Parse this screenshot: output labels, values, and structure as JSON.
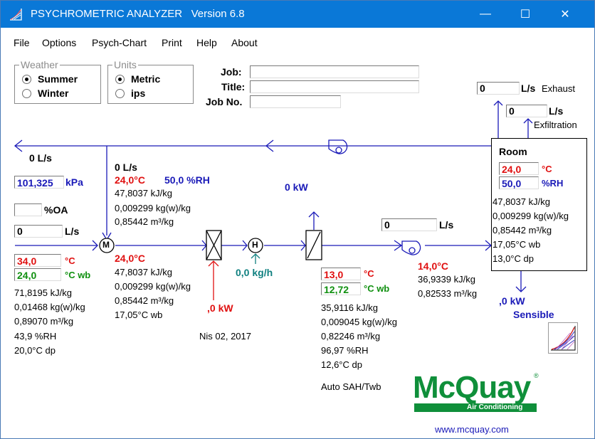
{
  "window": {
    "title": "PSYCHROMETRIC ANALYZER   Version 6.8",
    "minimize_glyph": "—",
    "maximize_glyph": "☐",
    "close_glyph": "✕"
  },
  "menu": [
    "File",
    "Options",
    "Psych-Chart",
    "Print",
    "Help",
    "About"
  ],
  "weather": {
    "label": "Weather",
    "options": [
      "Summer",
      "Winter"
    ],
    "selected": "Summer"
  },
  "units": {
    "label": "Units",
    "options": [
      "Metric",
      "ips"
    ],
    "selected": "Metric"
  },
  "job_info": {
    "job_label": "Job:",
    "title_label": "Title:",
    "jobno_label": "Job No.",
    "job": "",
    "title": "",
    "jobno": ""
  },
  "exhaust": {
    "value": "0",
    "unit": "L/s",
    "label": "Exhaust"
  },
  "exfiltration": {
    "value": "0",
    "unit": "L/s",
    "label": "Exfiltration"
  },
  "return_air": {
    "flow": "0 L/s"
  },
  "pressure": {
    "value": "101,325",
    "unit": "kPa"
  },
  "outdoor_air_pct": {
    "value": "",
    "unit": "%OA"
  },
  "outdoor_flow": {
    "value": "0",
    "unit": "L/s"
  },
  "outdoor": {
    "db": "34,0",
    "db_unit": "°C",
    "wb": "24,0",
    "wb_unit": "°C wb",
    "enthalpy": "71,8195 kJ/kg",
    "humidity": "0,01468 kg(w)/kg",
    "volume": "0,89070 m³/kg",
    "rh": "43,9 %RH",
    "dp": "20,0°C dp"
  },
  "mix_top": {
    "flow": "0 L/s",
    "temp": "24,0°C",
    "rh": "50,0 %RH",
    "enthalpy": "47,8037 kJ/kg",
    "humidity": "0,009299 kg(w)/kg",
    "volume": "0,85442 m³/kg"
  },
  "mixed": {
    "temp": "24,0°C",
    "enthalpy": "47,8037 kJ/kg",
    "humidity": "0,009299 kg(w)/kg",
    "volume": "0,85442 m³/kg",
    "wb": "17,05°C wb"
  },
  "preheat": {
    "value": ",0 kW"
  },
  "humidifier": {
    "value": "0,0 kg/h"
  },
  "cooling_coil": {
    "load": "0 kW"
  },
  "coil_leaving": {
    "db": "13,0",
    "db_unit": "°C",
    "wb": "12,72",
    "wb_unit": "°C wb",
    "enthalpy": "35,9116 kJ/kg",
    "humidity": "0,009045 kg(w)/kg",
    "volume": "0,82246 m³/kg",
    "rh": "96,97 %RH",
    "dp": "12,6°C dp"
  },
  "auto_mode": "Auto SAH/Twb",
  "date": "Nis 02, 2017",
  "supply_flow": {
    "value": "0",
    "unit": "L/s"
  },
  "supply": {
    "temp": "14,0°C",
    "enthalpy": "36,9339 kJ/kg",
    "volume": "0,82533 m³/kg"
  },
  "room": {
    "title": "Room",
    "db": "24,0",
    "db_unit": "°C",
    "rh": "50,0",
    "rh_unit": "%RH",
    "enthalpy": "47,8037 kJ/kg",
    "humidity": "0,009299 kg(w)/kg",
    "volume": "0,85442 m³/kg",
    "wb": "17,05°C wb",
    "dp": "13,0°C dp"
  },
  "sensible": {
    "value": ",0 kW",
    "label": "Sensible"
  },
  "components": {
    "mixer": "M",
    "humidifier": "H"
  },
  "brand": {
    "name": "McQuay",
    "tagline": "Air Conditioning",
    "registered": "®",
    "url": "www.mcquay.com"
  },
  "colors": {
    "line": "#1a1ab8",
    "red": "#e01010",
    "green": "#109010",
    "teal": "#108080",
    "titlebar": "#0a78d7",
    "brand_green": "#0f8f3a"
  }
}
